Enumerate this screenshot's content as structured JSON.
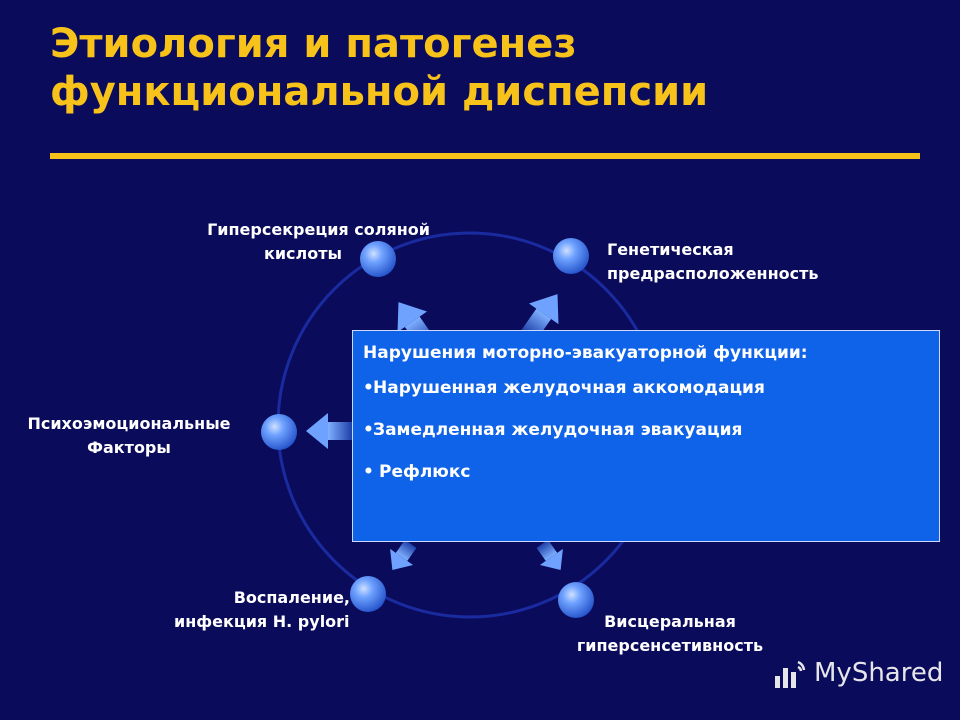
{
  "slide": {
    "title_line1": "Этиология и патогенез",
    "title_line2": "функциональной диспепсии"
  },
  "diagram": {
    "nodes": {
      "top_left": {
        "line1": "Гиперсекреция соляной",
        "line2": "кислоты"
      },
      "top_right": {
        "line1": "Генетическая",
        "line2": "предрасположенность"
      },
      "left": {
        "line1": "Психоэмоциональные",
        "line2": "Факторы"
      },
      "bottom_left": {
        "line1": "Воспаление,",
        "line2": "инфекция H. pylori"
      },
      "bottom_right": {
        "line1": "Висцеральная",
        "line2": "гиперсенсетивность"
      }
    },
    "clipped_text": "ı"
  },
  "popup": {
    "heading": "Нарушения моторно-эвакуаторной функции:",
    "items": [
      "Нарушенная желудочная аккомодация",
      "Замедленная желудочная эвакуация",
      "Рефлюкс"
    ]
  },
  "watermark": {
    "text": "MyShared"
  },
  "colors": {
    "background": "#0b0b5c",
    "title": "#f7c21a",
    "popup_bg": "#0f63e8",
    "node": "#4d8cff"
  }
}
